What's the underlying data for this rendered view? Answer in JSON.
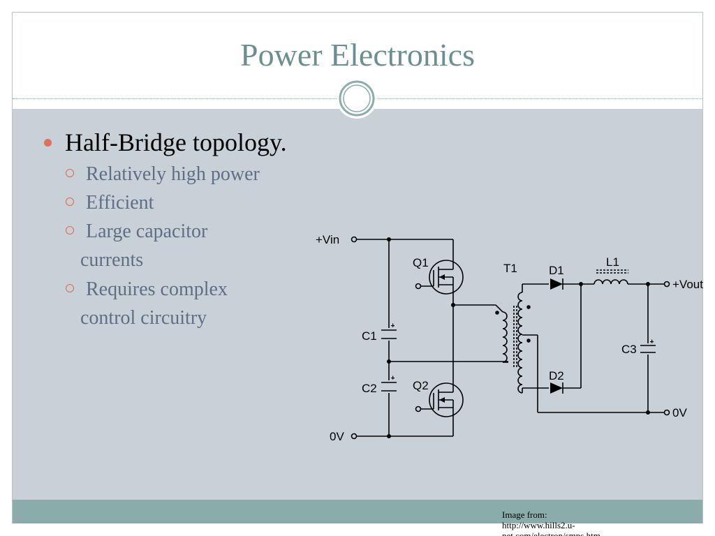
{
  "title": "Power Electronics",
  "bullet": {
    "text": "Half-Bridge topology.",
    "subs": [
      {
        "line1": "Relatively high power",
        "line2": ""
      },
      {
        "line1": "Efficient",
        "line2": ""
      },
      {
        "line1": "Large capacitor",
        "line2": "currents"
      },
      {
        "line1": "Requires complex",
        "line2": "control circuitry"
      }
    ]
  },
  "circuit": {
    "labels": {
      "vin": "+Vin",
      "zero_in": "0V",
      "vout": "+Vout",
      "zero_out": "0V",
      "q1": "Q1",
      "q2": "Q2",
      "c1": "C1",
      "c2": "C2",
      "c3": "C3",
      "t1": "T1",
      "d1": "D1",
      "d2": "D2",
      "l1": "L1"
    }
  },
  "credit": {
    "line1": "Image from:",
    "line2": "http://www.hills2.u-",
    "line3": "net.com/electron/smps.htm"
  },
  "colors": {
    "title": "#6b8e90",
    "panel": "#c8d1d7",
    "footer": "#8aacaa",
    "bullet_marker": "#e07058",
    "sub_text": "#5e6e86"
  }
}
